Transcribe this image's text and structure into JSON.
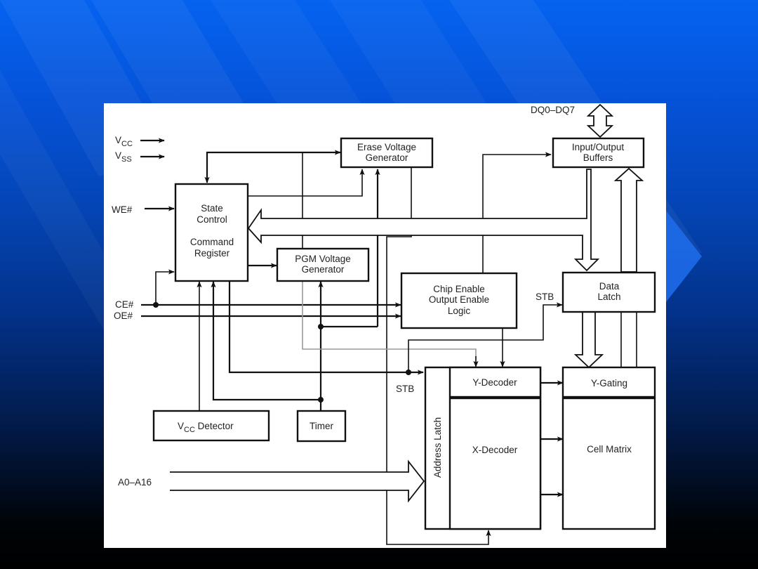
{
  "slide": {
    "background_colors": {
      "top": "#0563f0",
      "middle": "#03328a",
      "bottom": "#000000"
    }
  },
  "diagram": {
    "title": "Flash memory block diagram",
    "blocks": {
      "erase_voltage_generator": [
        "Erase Voltage",
        "Generator"
      ],
      "io_buffers": [
        "Input/Output",
        "Buffers"
      ],
      "state_control": [
        "State",
        "Control",
        "",
        "Command",
        "Register"
      ],
      "pgm_voltage_generator": [
        "PGM Voltage",
        "Generator"
      ],
      "chip_enable_logic": [
        "Chip Enable",
        "Output Enable",
        "Logic"
      ],
      "data_latch": [
        "Data",
        "Latch"
      ],
      "y_decoder": "Y-Decoder",
      "y_gating": "Y-Gating",
      "address_latch": "Address Latch",
      "x_decoder": "X-Decoder",
      "cell_matrix": "Cell Matrix",
      "vcc_detector": {
        "main": "V",
        "sub": "CC",
        "rest": " Detector"
      },
      "timer": "Timer"
    },
    "signals": {
      "vcc": {
        "main": "V",
        "sub": "CC"
      },
      "vss": {
        "main": "V",
        "sub": "SS"
      },
      "we": "WE#",
      "ce": "CE#",
      "oe": "OE#",
      "dq": "DQ0–DQ7",
      "address": "A0–A16",
      "stb_data_latch": "STB",
      "stb_address_latch": "STB"
    }
  }
}
